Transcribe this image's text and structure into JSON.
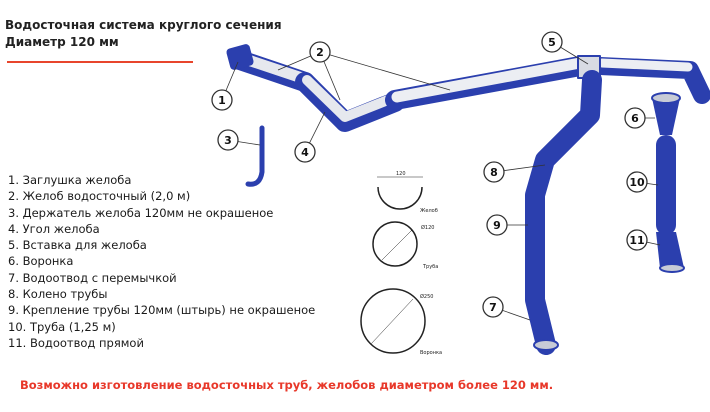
{
  "title": {
    "line1": "Водосточная система круглого сечения",
    "line2": "Диаметр 120 мм"
  },
  "legend": [
    "1. Заглушка желоба",
    "2. Желоб водосточный (2,0 м)",
    "3. Держатель желоба 120мм не окрашеное",
    "4. Угол желоба",
    "5. Вставка для желоба",
    "6. Воронка",
    "7. Водоотвод с перемычкой",
    "8. Колено трубы",
    "9. Крепление трубы 120мм (штырь) не окрашеное",
    "10. Труба (1,25 м)",
    "11. Водоотвод прямой"
  ],
  "callouts": [
    "1",
    "2",
    "3",
    "4",
    "5",
    "6",
    "7",
    "8",
    "9",
    "10",
    "11"
  ],
  "sections": {
    "gutter": {
      "dimension": "120",
      "label": "Желоб"
    },
    "pipe": {
      "dimension": "Ø120",
      "label": "Труба"
    },
    "funnel": {
      "dimension": "Ø250",
      "label": "Воронка"
    }
  },
  "note": "Возможно изготовление водосточных труб, желобов диаметром более 120 мм.",
  "colors": {
    "pipe": "#2b3fae",
    "accent": "#e8382a"
  }
}
